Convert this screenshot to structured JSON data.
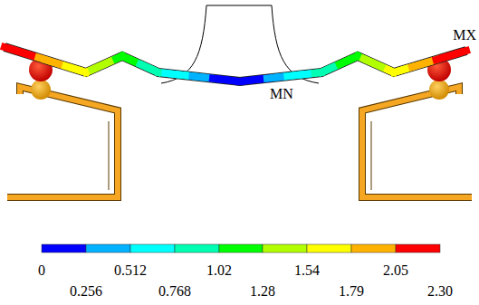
{
  "diagram": {
    "labels": [
      "MX",
      "MN",
      "0",
      "0.512",
      "1.02",
      "1.54",
      "2.05",
      "0.256",
      "0.768",
      "1.28",
      "1.79",
      "2.30"
    ]
  }
}
